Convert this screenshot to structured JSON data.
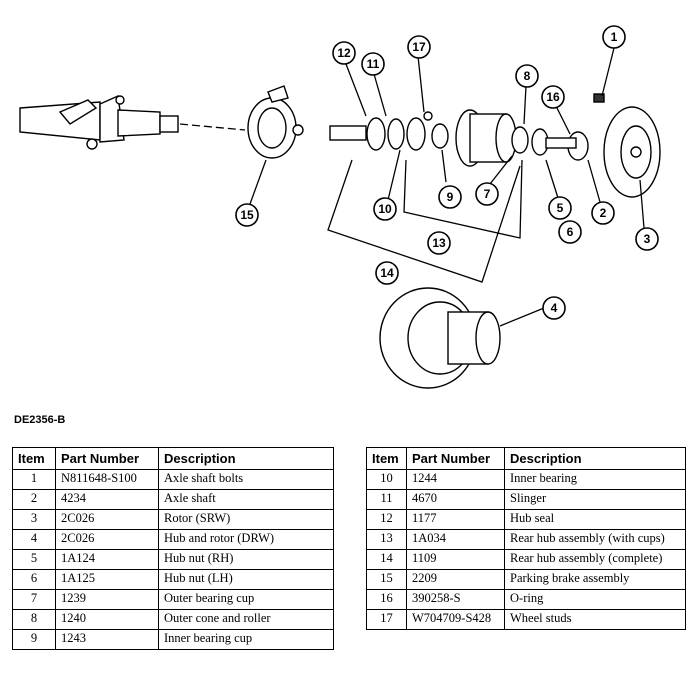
{
  "figure_id": "DE2356-B",
  "callouts": [
    "1",
    "2",
    "3",
    "4",
    "5",
    "6",
    "7",
    "8",
    "9",
    "10",
    "11",
    "12",
    "13",
    "14",
    "15",
    "16",
    "17"
  ],
  "table_headers": {
    "item": "Item",
    "part_number": "Part Number",
    "description": "Description"
  },
  "parts_left": [
    {
      "item": "1",
      "part_number": "N811648-S100",
      "description": "Axle shaft bolts"
    },
    {
      "item": "2",
      "part_number": "4234",
      "description": "Axle shaft"
    },
    {
      "item": "3",
      "part_number": "2C026",
      "description": "Rotor (SRW)"
    },
    {
      "item": "4",
      "part_number": "2C026",
      "description": "Hub and rotor (DRW)"
    },
    {
      "item": "5",
      "part_number": "1A124",
      "description": "Hub nut (RH)"
    },
    {
      "item": "6",
      "part_number": "1A125",
      "description": "Hub nut (LH)"
    },
    {
      "item": "7",
      "part_number": "1239",
      "description": "Outer bearing cup"
    },
    {
      "item": "8",
      "part_number": "1240",
      "description": "Outer cone and roller"
    },
    {
      "item": "9",
      "part_number": "1243",
      "description": "Inner bearing cup"
    }
  ],
  "parts_right": [
    {
      "item": "10",
      "part_number": "1244",
      "description": "Inner bearing"
    },
    {
      "item": "11",
      "part_number": "4670",
      "description": "Slinger"
    },
    {
      "item": "12",
      "part_number": "1177",
      "description": "Hub seal"
    },
    {
      "item": "13",
      "part_number": "1A034",
      "description": "Rear hub assembly (with cups)"
    },
    {
      "item": "14",
      "part_number": "1109",
      "description": "Rear hub assembly (complete)"
    },
    {
      "item": "15",
      "part_number": "2209",
      "description": "Parking brake assembly"
    },
    {
      "item": "16",
      "part_number": "390258-S",
      "description": "O-ring"
    },
    {
      "item": "17",
      "part_number": "W704709-S428",
      "description": "Wheel studs"
    }
  ]
}
